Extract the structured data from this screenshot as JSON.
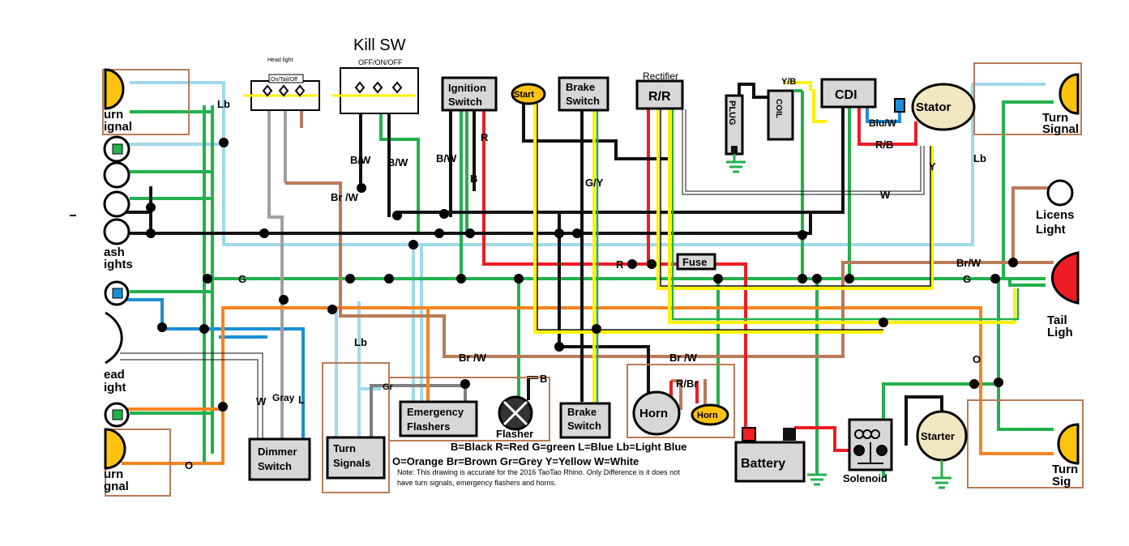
{
  "title": {
    "kill_sw": "Kill SW",
    "kill_sw_positions": "OFF/ON/OFF"
  },
  "headlight_switch": {
    "title": "Head light",
    "positions": "On/Tail/Off"
  },
  "components": {
    "ignition_switch": [
      "Ignition",
      "Switch"
    ],
    "start": "Start",
    "brake_switch_top": [
      "Brake",
      "Switch"
    ],
    "rectifier_caption": "Rectifier",
    "rr": "R/R",
    "plug": "PLUG",
    "coil": "COIL",
    "cdi": "CDI",
    "stator": "Stator",
    "turn_signal_tl": [
      "urn",
      "ignal"
    ],
    "turn_signal_tr": [
      "Turn",
      "Signal"
    ],
    "license_light": [
      "Licens",
      "Light"
    ],
    "tail_light": [
      "Tail",
      "Ligh"
    ],
    "turn_signal_bl": [
      "urn",
      "gnal"
    ],
    "turn_signal_br": [
      "Turn",
      "Sig"
    ],
    "flash_lights": [
      "ash",
      "ights"
    ],
    "head_light": [
      "ead",
      "ight"
    ],
    "fuse": "Fuse",
    "horn": "Horn",
    "horn_button": "Horn",
    "battery": "Battery",
    "solenoid": "Solenoid",
    "starter": "Starter",
    "dimmer_switch": [
      "Dimmer",
      "Switch"
    ],
    "turn_signals": [
      "Turn",
      "Signals"
    ],
    "emergency_flashers": [
      "Emergency",
      "Flashers"
    ],
    "flasher": "Flasher",
    "brake_switch_bottom": [
      "Brake",
      "Switch"
    ]
  },
  "wire_labels": {
    "lb_tl": "Lb",
    "g_left": "G",
    "o_left": "O",
    "w_dimmer": "W",
    "gray": "Gray",
    "l_dimmer": "L",
    "lb_mid": "Lb",
    "gr": "Gr",
    "b_flasher": "B",
    "bw1": "B/W",
    "bw2": "B/W",
    "bw3": "B/W",
    "brw_kill": "Br /W",
    "r_ign": "R",
    "b_ign": "B",
    "gy": "G/Y",
    "r_mid": "R",
    "w_rect": "W",
    "blu_w": "Blu/W",
    "rb": "R/B",
    "yb": "Y/B",
    "y_stator": "Y",
    "lb_tr": "Lb",
    "brw_right": "Br/W",
    "g_right": "G",
    "o_right": "O",
    "brw_bottom1": "Br /W",
    "brw_bottom2": "Br /W",
    "r_br": "R/Br"
  },
  "legend": {
    "line1": "B=Black R=Red G=green L=Blue Lb=Light Blue",
    "line2": "O=Orange Br=Brown Gr=Grey Y=Yellow W=White"
  },
  "note": {
    "line1": "Note: This drawing is accurate for the 2016 TaoTao Rhino. Only Difference is it does not",
    "line2": "have turn signals, emergency flashers and horns."
  },
  "colors": {
    "black": "#111111",
    "red": "#ee1c24",
    "green": "#22b14c",
    "blue": "#1a8fd6",
    "light_blue": "#9fd9ea",
    "orange": "#f7831f",
    "brown": "#b97a57",
    "grey": "#a0a0a0",
    "yellow": "#fff200",
    "amber": "#ffc20e",
    "tan": "#f2e6c0",
    "box_brown": "#b97a57"
  }
}
